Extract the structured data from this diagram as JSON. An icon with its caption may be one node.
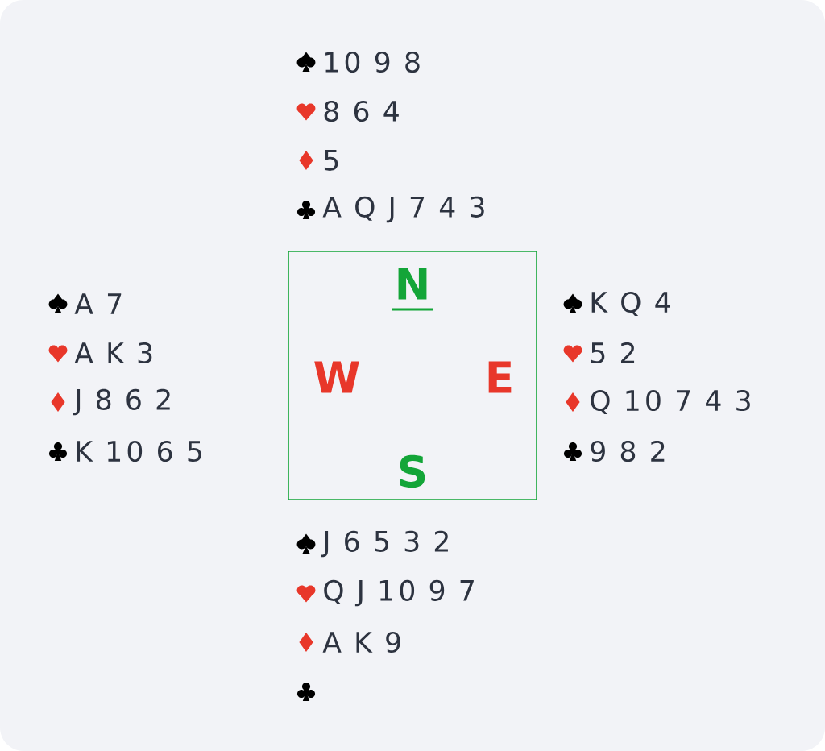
{
  "diagram": {
    "nodes": [
      {
        "text": [
          "N",
          "W",
          "E",
          "S"
        ]
      }
    ],
    "labels": [
      "10 9 8",
      "8 6 4",
      "5",
      "A Q J 7 4 3",
      "A 7",
      "K Q 4",
      "A K 3",
      "5 2",
      "J 8 6 2",
      "Q 10 7 4 3",
      "K 10 6 5",
      "9 8 2",
      "J 6 5 3 2",
      "Q J 10 9 7",
      "A K 9"
    ]
  }
}
